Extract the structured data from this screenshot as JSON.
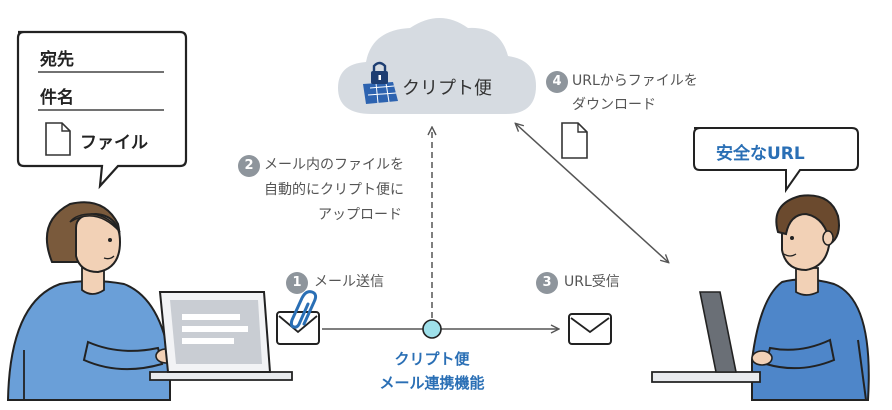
{
  "bubble_left": {
    "to_label": "宛先",
    "subject_label": "件名",
    "file_label": "ファイル"
  },
  "cloud": {
    "label": "クリプト便"
  },
  "bubble_right": {
    "label": "安全なURL"
  },
  "steps": [
    {
      "number": "1",
      "lines": [
        "メール送信"
      ]
    },
    {
      "number": "2",
      "lines": [
        "メール内のファイルを",
        "自動的にクリプト便に",
        "アップロード"
      ]
    },
    {
      "number": "3",
      "lines": [
        "URL受信"
      ]
    },
    {
      "number": "4",
      "lines": [
        "URLからファイルを",
        "ダウンロード"
      ]
    }
  ],
  "link_node": {
    "line1": "クリプト便",
    "line2": "メール連携機能"
  },
  "colors": {
    "skin": "#f2d1b6",
    "hair_woman": "#7a5a3c",
    "hair_man": "#6b4a2e",
    "shirt_woman": "#6a9fd8",
    "shirt_man": "#4e86c9",
    "cloud": "#d6dbe1",
    "accent_blue": "#2a6fb5",
    "node_cyan": "#9ee0ea"
  }
}
